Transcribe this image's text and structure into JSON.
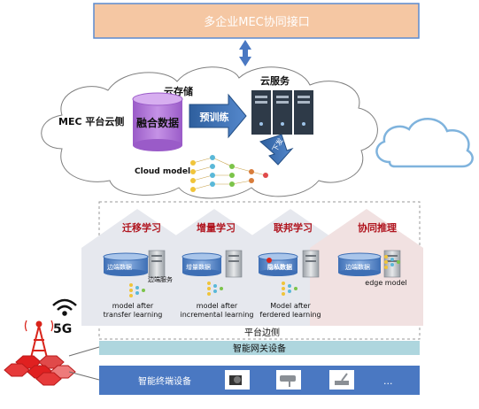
{
  "header": {
    "title": "多企业MEC协同接口"
  },
  "cloud": {
    "platform_label": "MEC 平台云侧",
    "storage_label": "云存储",
    "db_label": "融合数据",
    "pretrain_label": "预训练",
    "service_label": "云服务",
    "download_label": "下发",
    "model_label": "Cloud model"
  },
  "edge": {
    "methods": [
      {
        "title": "迁移学习",
        "db": "边端数据",
        "side": "边端服务",
        "model_line1": "model after",
        "model_line2": "transfer learning"
      },
      {
        "title": "增量学习",
        "db": "增量数据",
        "model_line1": "model after",
        "model_line2": "incremental learning"
      },
      {
        "title": "联邦学习",
        "db": "隐私数据",
        "model_line1": "Model after",
        "model_line2": "ferdered learning"
      },
      {
        "title": "协同推理",
        "db": "边端数据",
        "model_line1": "edge model"
      }
    ],
    "platform_label": "平台边侧",
    "gateway_label": "智能网关设备"
  },
  "terminal": {
    "label": "智能终端设备",
    "ellipsis": "..."
  },
  "network": {
    "label": "5G"
  },
  "colors": {
    "header_fill": "#f5c7a3",
    "header_border": "#5b8bd0",
    "arrow": "#4a78c2",
    "db_purple": "#b57bd8",
    "pretrain_blue": "#3d6fb6",
    "server_dark": "#2e3a48",
    "method_title_red": "#b0141e",
    "gateway_fill": "#aed6de",
    "terminal_fill": "#4a78c2",
    "tower_red": "#d9241b"
  }
}
